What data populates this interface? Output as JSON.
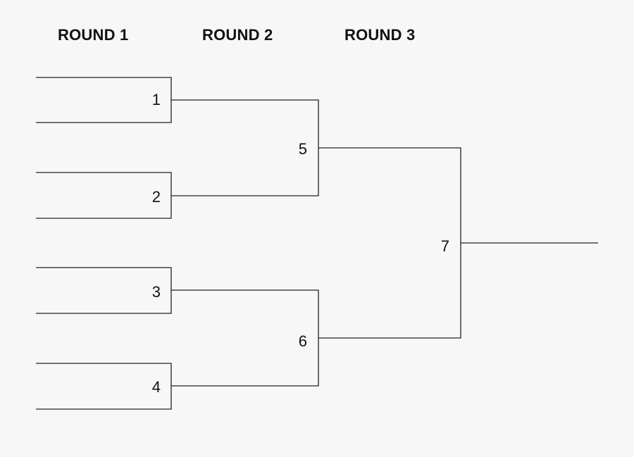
{
  "rounds": [
    {
      "label": "ROUND 1"
    },
    {
      "label": "ROUND 2"
    },
    {
      "label": "ROUND 3"
    }
  ],
  "matches": [
    {
      "id": "m1",
      "number": "1"
    },
    {
      "id": "m2",
      "number": "2"
    },
    {
      "id": "m3",
      "number": "3"
    },
    {
      "id": "m4",
      "number": "4"
    },
    {
      "id": "m5",
      "number": "5"
    },
    {
      "id": "m6",
      "number": "6"
    },
    {
      "id": "m7",
      "number": "7"
    }
  ],
  "colors": {
    "background": "#f7f7f7",
    "line": "#222222",
    "text": "#111111"
  }
}
